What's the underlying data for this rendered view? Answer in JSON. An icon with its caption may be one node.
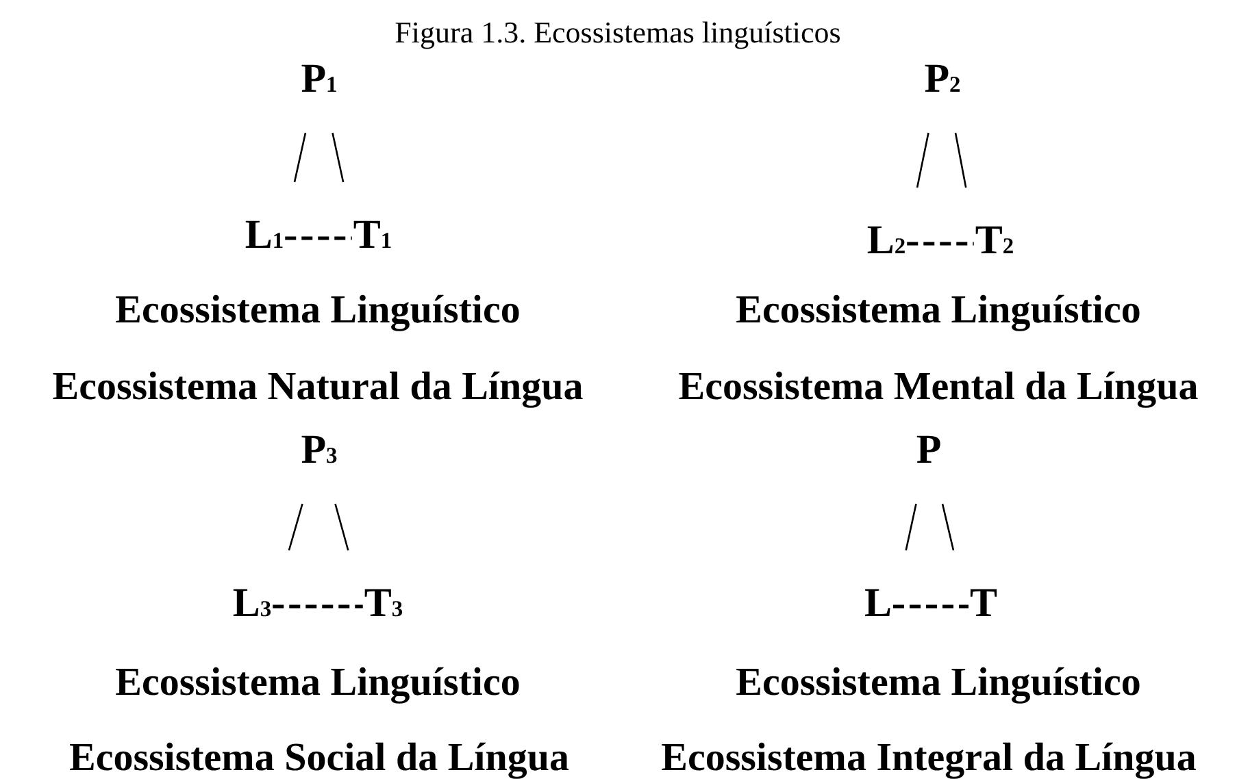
{
  "diagram": {
    "title": "Figura 1.3. Ecossistemas linguísticos",
    "nodes": [
      {
        "text": [
          "P$_{1}$"
        ]
      },
      {
        "text": [
          "L$_{1}$"
        ]
      },
      {
        "text": [
          "T$_{1}$"
        ]
      },
      {
        "text": [
          "P$_{2}$"
        ]
      },
      {
        "text": [
          "L$_{2}$"
        ]
      },
      {
        "text": [
          "T$_{2}$"
        ]
      },
      {
        "text": [
          "P$_{3}$"
        ]
      },
      {
        "text": [
          "L$_{3}$"
        ]
      },
      {
        "text": [
          "T$_{3}$"
        ]
      },
      {
        "text": [
          "P"
        ]
      },
      {
        "text": [
          "L"
        ]
      },
      {
        "text": [
          "T"
        ]
      }
    ],
    "edges": [
      {
        "from": 0,
        "to": 1,
        "arrow": "none"
      },
      {
        "from": 0,
        "to": 2,
        "arrow": "none"
      },
      {
        "from": 1,
        "to": 2,
        "arrow": "none",
        "style": "dashed"
      },
      {
        "from": 3,
        "to": 4,
        "arrow": "none"
      },
      {
        "from": 3,
        "to": 5,
        "arrow": "none"
      },
      {
        "from": 4,
        "to": 5,
        "arrow": "none",
        "style": "dashed"
      },
      {
        "from": 6,
        "to": 7,
        "arrow": "none"
      },
      {
        "from": 6,
        "to": 8,
        "arrow": "none"
      },
      {
        "from": 7,
        "to": 8,
        "arrow": "none",
        "style": "dashed"
      },
      {
        "from": 9,
        "to": 10,
        "arrow": "none"
      },
      {
        "from": 9,
        "to": 11,
        "arrow": "none"
      },
      {
        "from": 10,
        "to": 11,
        "arrow": "none",
        "style": "dashed"
      }
    ],
    "labels": [
      "Ecossistema Linguístico",
      "Ecossistema Linguístico",
      "Ecossistema Natural da Língua",
      "Ecossistema Mental da Língua",
      "Ecossistema Linguístico",
      "Ecossistema Linguístico",
      "Ecossistema Social da Língua",
      "Ecossistema Integral da Língua"
    ]
  }
}
